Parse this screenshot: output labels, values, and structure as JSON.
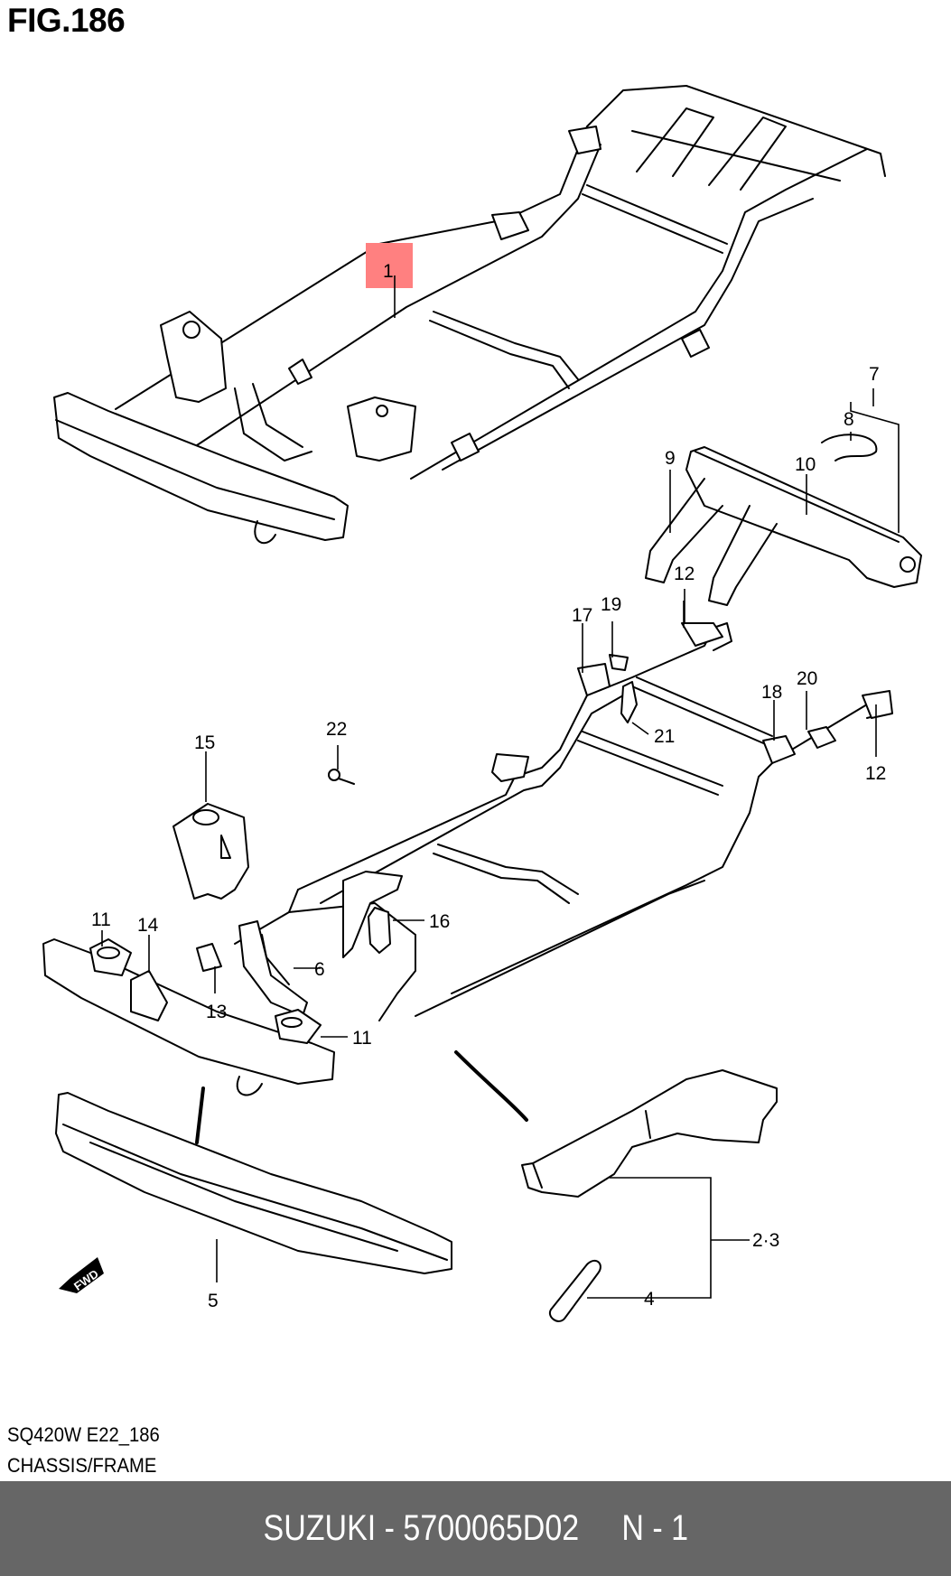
{
  "figure": {
    "title": "FIG.186",
    "highlighted_callout": "1",
    "highlight_color": "#ff8080",
    "callouts": [
      {
        "id": "1",
        "label": "1"
      },
      {
        "id": "2-3",
        "label": "2·3"
      },
      {
        "id": "4",
        "label": "4"
      },
      {
        "id": "5",
        "label": "5"
      },
      {
        "id": "6",
        "label": "6"
      },
      {
        "id": "7",
        "label": "7"
      },
      {
        "id": "8",
        "label": "8"
      },
      {
        "id": "9",
        "label": "9"
      },
      {
        "id": "10",
        "label": "10"
      },
      {
        "id": "11a",
        "label": "11"
      },
      {
        "id": "11b",
        "label": "11"
      },
      {
        "id": "12a",
        "label": "12"
      },
      {
        "id": "12b",
        "label": "12"
      },
      {
        "id": "13",
        "label": "13"
      },
      {
        "id": "14",
        "label": "14"
      },
      {
        "id": "15",
        "label": "15"
      },
      {
        "id": "16",
        "label": "16"
      },
      {
        "id": "17",
        "label": "17"
      },
      {
        "id": "18",
        "label": "18"
      },
      {
        "id": "19",
        "label": "19"
      },
      {
        "id": "20",
        "label": "20"
      },
      {
        "id": "21",
        "label": "21"
      },
      {
        "id": "22",
        "label": "22"
      }
    ],
    "direction_marker": "FWD"
  },
  "caption": {
    "model_code": "SQ420W E22_186",
    "section": "CHASSIS/FRAME"
  },
  "footer": {
    "text": "SUZUKI - 5700065D02     N - 1",
    "background": "#666666"
  }
}
